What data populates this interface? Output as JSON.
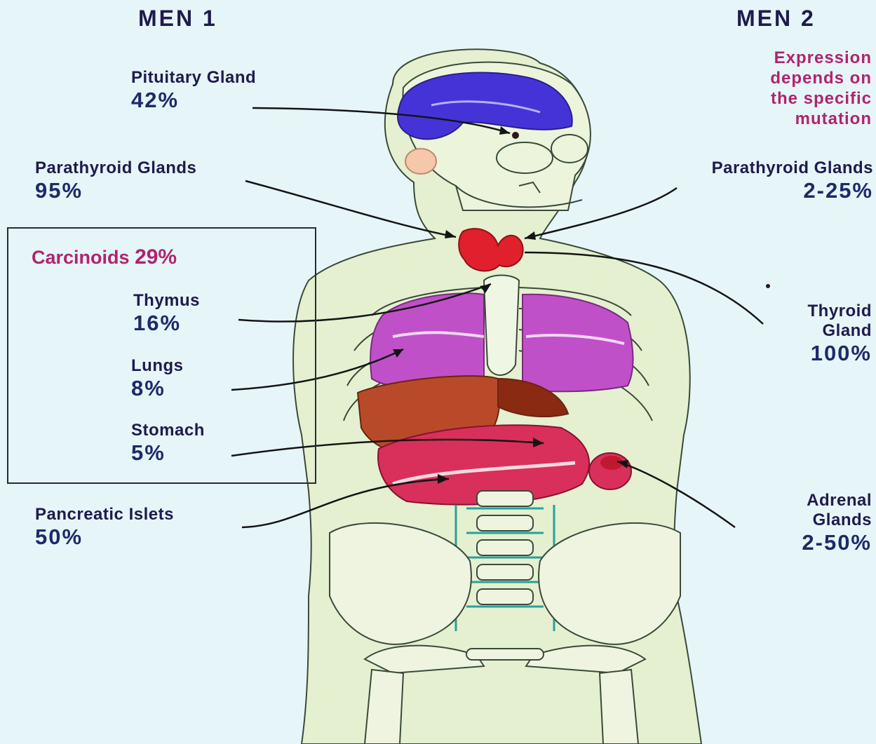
{
  "headers": {
    "men1": "MEN 1",
    "men2": "MEN 2"
  },
  "men2_note": [
    "Expression",
    "depends on",
    "the specific",
    "mutation"
  ],
  "men1": {
    "pituitary": {
      "name": "Pituitary Gland",
      "pct": "42%"
    },
    "parathyroid": {
      "name": "Parathyroid Glands",
      "pct": "95%"
    },
    "carcinoids": {
      "name": "Carcinoids",
      "pct": "29%"
    },
    "thymus": {
      "name": "Thymus",
      "pct": "16%"
    },
    "lungs": {
      "name": "Lungs",
      "pct": "8%"
    },
    "stomach": {
      "name": "Stomach",
      "pct": "5%"
    },
    "pancreatic": {
      "name": "Pancreatic Islets",
      "pct": "50%"
    }
  },
  "men2": {
    "parathyroid": {
      "name": "Parathyroid Glands",
      "pct": "2-25%"
    },
    "thyroid": {
      "name_line1": "Thyroid",
      "name_line2": "Gland",
      "pct": "100%"
    },
    "adrenal": {
      "name_line1": "Adrenal",
      "name_line2": "Glands",
      "pct": "2-50%"
    }
  },
  "colors": {
    "background": "#e6f5f8",
    "body_fill": "#e4f0d0",
    "brain": "#4434d8",
    "lungs": "#c050c8",
    "liver": "#b84a2a",
    "stomach": "#d8305a",
    "thyroid": "#e0202c",
    "spine": "#2aa09a",
    "label_text": "#1f2a6a",
    "accent_text": "#b0246e"
  }
}
